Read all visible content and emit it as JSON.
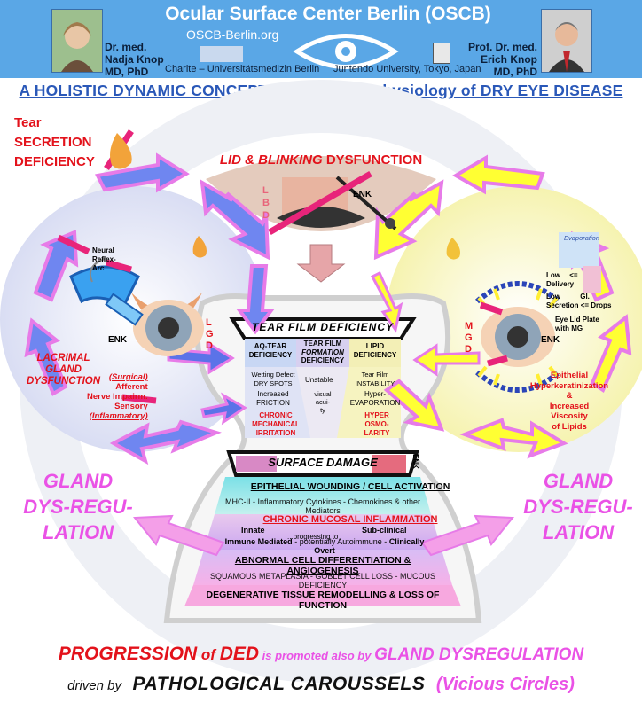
{
  "header": {
    "title": "Ocular Surface Center Berlin (OSCB)",
    "url": "OSCB-Berlin.org",
    "left_person": {
      "title": "Dr. med.",
      "name": "Nadja Knop",
      "degree": "MD, PhD"
    },
    "left_affiliation": "Charite – Universitätsmedizin Berlin",
    "right_person": {
      "title": "Prof. Dr. med.",
      "name": "Erich Knop",
      "degree": "MD, PhD"
    },
    "right_affiliation": "Juntendo University, Tokyo, Japan"
  },
  "banner": "A HOLISTIC DYNAMIC CONCEPT on The Pathophysiology of DRY EYE DISEASE",
  "tear_secretion": {
    "line1": "Tear",
    "line2": "SECRETION",
    "line3": "DEFICIENCY"
  },
  "lid": {
    "part1": "LID & BLINKING",
    "part2": " DYSFUNCTION",
    "lbd": [
      "L",
      "B",
      "D"
    ],
    "enk": "ENK"
  },
  "left_circle": {
    "neural": [
      "Neural",
      "Reflex-",
      "Arc"
    ],
    "lacrimal": [
      "LACRIMAL",
      "GLAND",
      "DYSFUNCTION"
    ],
    "lgd": [
      "L",
      "G",
      "D"
    ],
    "enk": "ENK",
    "surgical": "(Surgical)",
    "afferent": "Afferent",
    "nerve": "Nerve Impairm.",
    "sensory": "Sensory",
    "inflammatory": "(Inflammatory)"
  },
  "right_circle": {
    "evaporation": "Evaporation",
    "low_delivery": "Low",
    "delivery": "Delivery",
    "low_secretion": "Low",
    "secretion": "Secretion",
    "arrow1": "<=",
    "arrow2": "<=",
    "gl": "Gl.",
    "drops": "Drops",
    "eyelid": [
      "Eye Lid Plate",
      "with MG"
    ],
    "mgd": [
      "M",
      "G",
      "D"
    ],
    "enk": "ENK",
    "epithelial": [
      "Epithelial",
      "Hyperkeratinization",
      "&",
      "Increased",
      "Viscosity",
      "of Lipids"
    ]
  },
  "center": {
    "tfd_title": "TEAR FILM DEFICIENCY",
    "aq": [
      "AQ-TEAR",
      "DEFICIENCY"
    ],
    "tff": [
      "TEAR FILM",
      "FORMATION",
      "DEFICIENCY"
    ],
    "lipid": [
      "LIPID",
      "DEFICIENCY"
    ],
    "wetting": [
      "Wetting Defect",
      "DRY SPOTS"
    ],
    "unstable": "Unstable",
    "tf_instab": [
      "Tear Film",
      "INSTABILITY"
    ],
    "increased": "Increased",
    "friction": "FRICTION",
    "visual": [
      "visual",
      "acui-",
      "ty"
    ],
    "hyper_evap": [
      "Hyper-",
      "EVAPORATION"
    ],
    "chronic_mech": [
      "CHRONIC",
      "MECHANICAL",
      "IRRITATION"
    ],
    "hyper_osm": [
      "HYPER",
      "OSMO-",
      "LARITY"
    ],
    "surface_damage": "SURFACE DAMAGE",
    "enk": "ENK",
    "wounding": "EPITHELIAL WOUNDING / CELL ACTIVATION",
    "mhc": "MHC-II  -  Inflammatory Cytokines - Chemokines & other Mediators",
    "chronic_inflam": "CHRONIC MUCOSAL INFLAMMATION",
    "innate": "Innate",
    "subclinical": "Sub-clinical",
    "progressing": "...progressing to",
    "immune": "Immune Mediated",
    "dash1": "-",
    "potentially": "potentially Autoimmune",
    "dash2": "-",
    "overt": "Clinically Overt",
    "abnormal": "ABNORMAL CELL DIFFERENTIATION & ANGIOGENESIS",
    "squamous": "SQUAMOUS METAPLASIA  -  GOBLET CELL LOSS - MUCOUS DEFICIENCY",
    "degenerative": "DEGENERATIVE TISSUE REMODELLING & LOSS OF FUNCTION"
  },
  "gland_left": [
    "GLAND",
    "DYS-REGU-",
    "LATION"
  ],
  "gland_right": [
    "GLAND",
    "DYS-REGU-",
    "LATION"
  ],
  "footer": {
    "progression": "PROGRESSION",
    "of": " of ",
    "ded": "DED",
    "promoted": " is promoted also by ",
    "gland": "GLAND DYSREGULATION",
    "driven": "driven by",
    "pathological": "PATHOLOGICAL CAROUSSELS",
    "vicious": "(Vicious Circles)"
  },
  "colors": {
    "header_bg": "#5aa7e6",
    "red": "#e3121b",
    "magenta": "#ea52e6",
    "blue": "#2a58b8",
    "arrow_blue": "#5b73e8",
    "arrow_yellow": "#ffff33"
  }
}
